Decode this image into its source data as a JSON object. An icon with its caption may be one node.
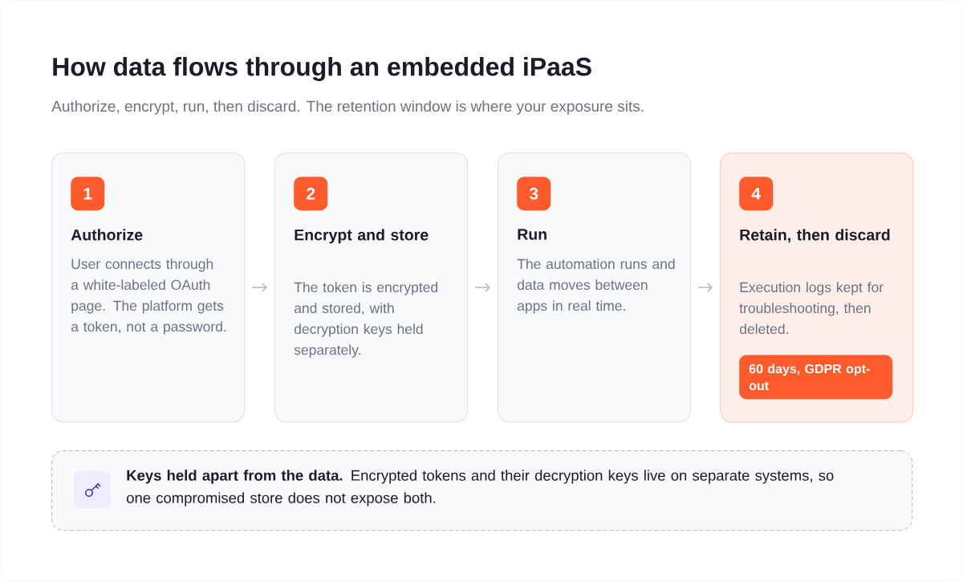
{
  "diagram": {
    "title": "How data flows through an embedded iPaaS",
    "caption": "Authorize, encrypt, run, then discard. The retention window is where your exposure sits.",
    "nodes": [
      {
        "text": [
          "Authorize",
          "User connects through a white-labeled OAuth page. The platform gets a token, not a password."
        ]
      },
      {
        "text": [
          "1"
        ],
        "in": 0
      },
      {
        "text": [
          "Encrypt and store",
          "The token is encrypted and stored, with decryption keys held separately."
        ]
      },
      {
        "text": [
          "2"
        ],
        "in": 2
      },
      {
        "text": [
          "Run",
          "The automation runs and data moves between apps in real time."
        ]
      },
      {
        "text": [
          "3"
        ],
        "in": 4
      },
      {
        "text": [
          "Retain, then discard",
          "Execution logs kept for troubleshooting, then deleted."
        ]
      },
      {
        "text": [
          "4"
        ],
        "in": 6
      },
      {
        "text": [
          "60 days, GDPR opt-out"
        ],
        "in": 6
      },
      {
        "text": [
          "**Keys held apart from the data.** Encrypted tokens and their decryption keys live on separate systems, so one compromised store does not expose both."
        ]
      }
    ],
    "edges": [
      {
        "from": 0,
        "to": 2,
        "arrow": "to"
      },
      {
        "from": 2,
        "to": 4,
        "arrow": "to"
      },
      {
        "from": 4,
        "to": 6,
        "arrow": "to"
      }
    ]
  }
}
